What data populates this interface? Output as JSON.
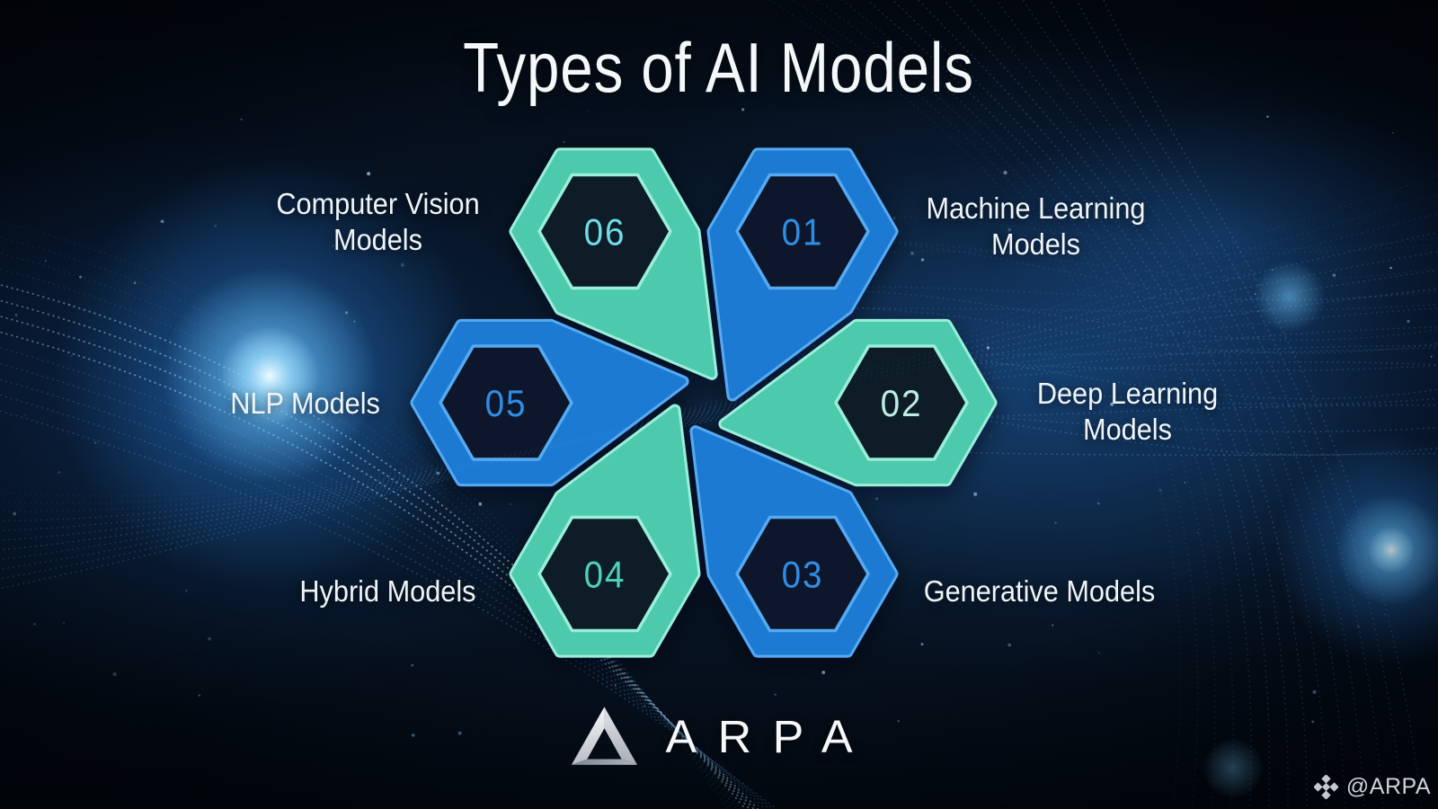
{
  "title": "Types of AI Models",
  "petals": [
    {
      "number": "01",
      "label": "Machine Learning Models",
      "color": "blue",
      "number_color": "#2e8ee6",
      "position": "top-right"
    },
    {
      "number": "02",
      "label": "Deep Learning Models",
      "color": "teal",
      "number_color": "#bcece4",
      "position": "right"
    },
    {
      "number": "03",
      "label": "Generative Models",
      "color": "blue",
      "number_color": "#2e8ee6",
      "position": "bottom-right"
    },
    {
      "number": "04",
      "label": "Hybrid Models",
      "color": "teal",
      "number_color": "#4fd0b8",
      "position": "bottom-left"
    },
    {
      "number": "05",
      "label": "NLP Models",
      "color": "blue",
      "number_color": "#2e8ee6",
      "position": "left"
    },
    {
      "number": "06",
      "label": "Computer Vision Models",
      "color": "teal",
      "number_color": "#72dbe8",
      "position": "top-left"
    }
  ],
  "footer": {
    "brand": "ARPA",
    "watermark": "@ARPA"
  },
  "icons": {
    "brand_logo": "penrose-triangle-icon",
    "watermark_icon": "diamond-cluster-icon"
  },
  "palette": {
    "background_top": "#02050a",
    "background_mid": "#0a1e36",
    "teal": "#4ec9ad",
    "teal_edge": "#9aeeda",
    "blue": "#1f7ad2",
    "blue_edge": "#55aaf2",
    "hexagon_fill": "rgba(5,15,27,0.92)",
    "wave_color": "#4a8ed4",
    "wave_bright": "#a6d6fa",
    "label_color": "#eef4f8",
    "title_color": "#f4f8fa",
    "brand_color": "#f6f8fa",
    "watermark_color": "#cdd3da"
  }
}
